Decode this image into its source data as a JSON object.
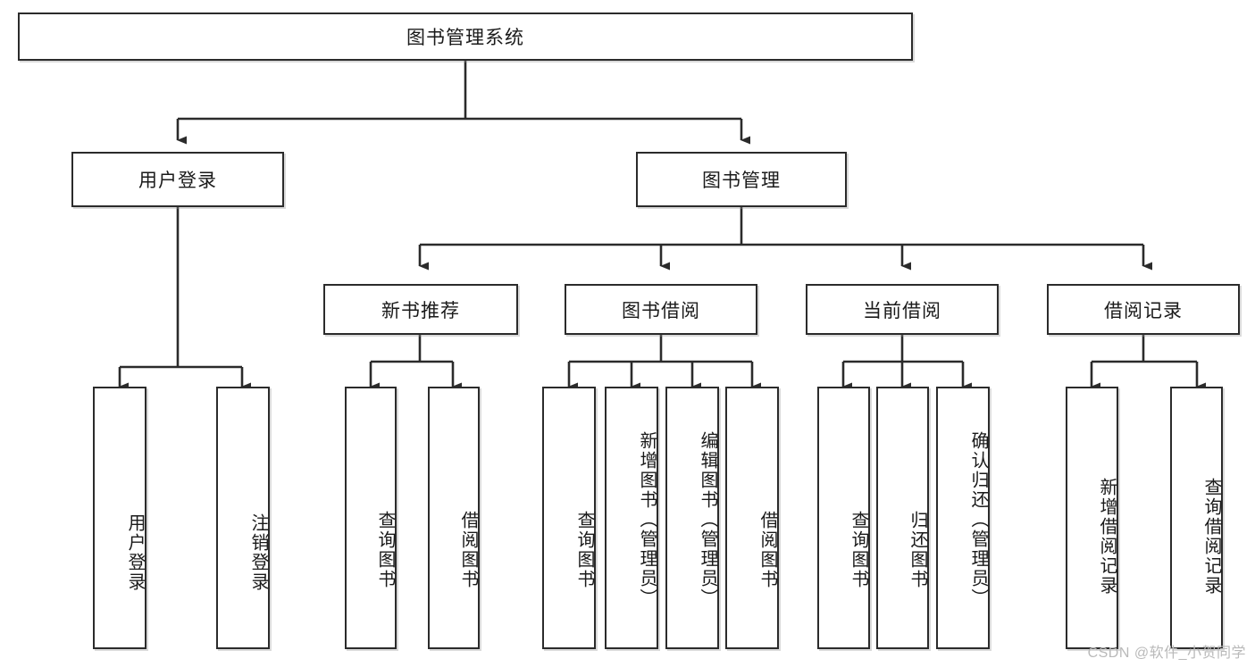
{
  "diagram": {
    "title": "图书管理系统",
    "watermark": "CSDN @软件_小贺同学",
    "colors": {
      "stroke": "#2b2b2b",
      "fill": "#ffffff",
      "text": "#1a1a1a",
      "watermark": "#b9b9b9",
      "background": "#ffffff"
    },
    "root": {
      "label": "图书管理系统"
    },
    "level2": [
      {
        "label": "用户登录"
      },
      {
        "label": "图书管理"
      }
    ],
    "level3": [
      {
        "label": "新书推荐"
      },
      {
        "label": "图书借阅"
      },
      {
        "label": "当前借阅"
      },
      {
        "label": "借阅记录"
      }
    ],
    "leaves": {
      "user_login": [
        {
          "label": "用户登录"
        },
        {
          "label": "注销登录"
        }
      ],
      "new_book_recommend": [
        {
          "label": "查询图书"
        },
        {
          "label": "借阅图书"
        }
      ],
      "book_borrow": [
        {
          "label": "查询图书"
        },
        {
          "label": "新增图书（管理员）"
        },
        {
          "label": "编辑图书（管理员）"
        },
        {
          "label": "借阅图书"
        }
      ],
      "current_borrow": [
        {
          "label": "查询图书"
        },
        {
          "label": "归还图书"
        },
        {
          "label": "确认归还（管理员）"
        }
      ],
      "borrow_records": [
        {
          "label": "新增借阅记录"
        },
        {
          "label": "查询借阅记录"
        }
      ]
    }
  }
}
